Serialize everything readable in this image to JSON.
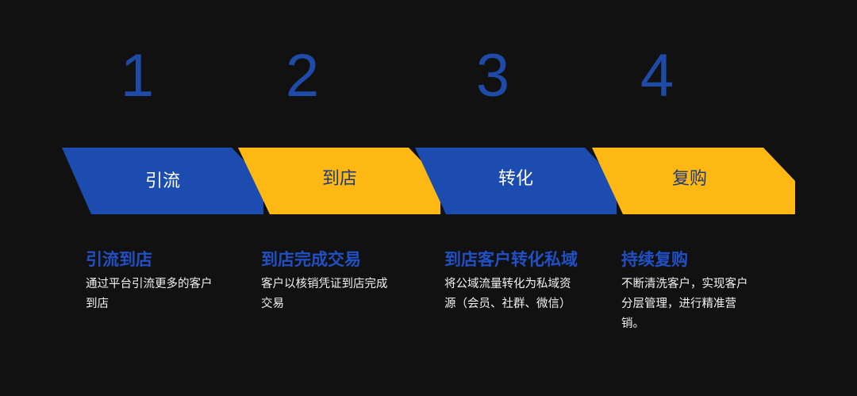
{
  "colors": {
    "background": "#121112",
    "blue": "#1D4CB0",
    "yellow": "#FDB813",
    "number": "#1E4AA8",
    "title": "#2150C4",
    "text": "#F2F2F2"
  },
  "steps": [
    {
      "number": "1",
      "chevron_label": "引流",
      "chevron_color": "blue",
      "title": "引流到店",
      "description": "通过平台引流更多的客户到店"
    },
    {
      "number": "2",
      "chevron_label": "到店",
      "chevron_color": "yellow",
      "title": "到店完成交易",
      "description": "客户以核销凭证到店完成交易"
    },
    {
      "number": "3",
      "chevron_label": "转化",
      "chevron_color": "blue",
      "title": "到店客户转化私域",
      "description": "将公域流量转化为私域资源（会员、社群、微信）"
    },
    {
      "number": "4",
      "chevron_label": "复购",
      "chevron_color": "yellow",
      "title": "持续复购",
      "description": "不断清洗客户，实现客户分层管理，进行精准营销。"
    }
  ]
}
